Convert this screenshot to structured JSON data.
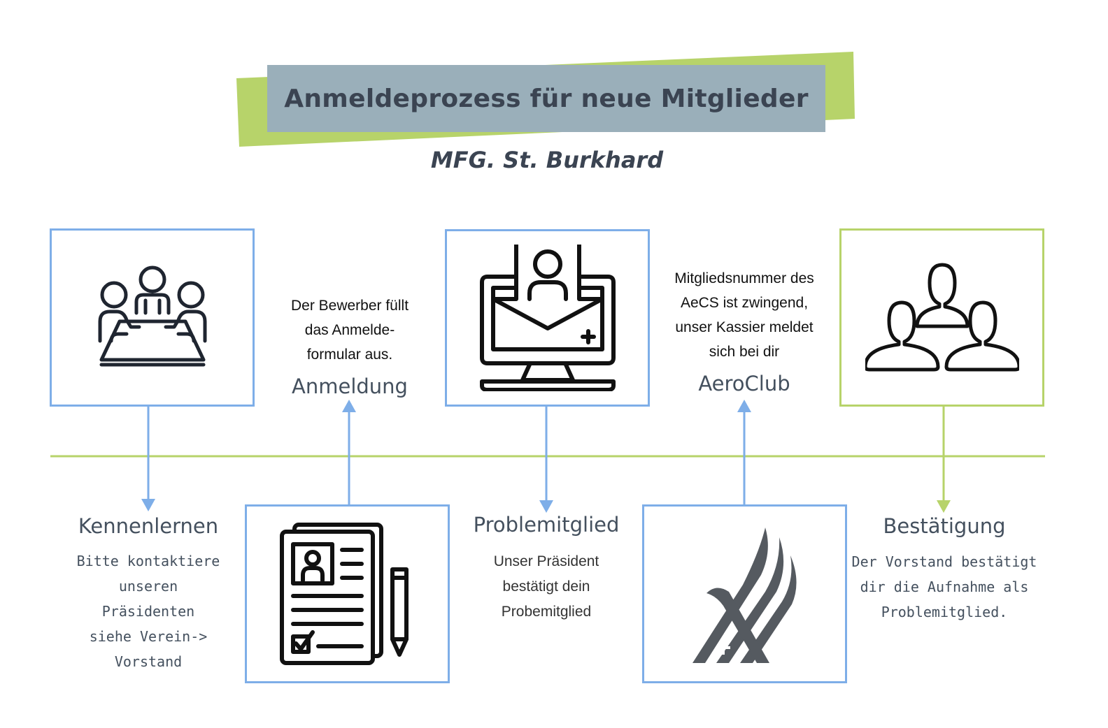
{
  "header": {
    "title": "Anmeldeprozess für neue Mitglieder",
    "subtitle": "MFG. St. Burkhard"
  },
  "colors": {
    "blue": "#7eaee8",
    "green": "#b7d36a",
    "title_bg": "#9aafba",
    "text": "#44505e"
  },
  "steps": [
    {
      "title": "Kennenlernen",
      "description": [
        "Bitte kontaktiere",
        "unseren",
        "Präsidenten",
        "siehe Verein->",
        "Vorstand"
      ],
      "icon": "meeting-icon"
    },
    {
      "title": "Anmeldung",
      "description": [
        "Der Bewerber füllt",
        "das  Anmelde-",
        "formular aus."
      ],
      "icon": "form-document-icon"
    },
    {
      "title": "Problemitglied",
      "description": [
        "Unser Präsident",
        "bestätigt dein",
        "Probemitglied"
      ],
      "icon": "computer-user-icon"
    },
    {
      "title": "AeroClub",
      "description": [
        "Mitgliedsnummer des",
        "AeCS ist zwingend,",
        "unser Kassier meldet",
        "sich bei dir"
      ],
      "icon": "aeroclub-logo-icon"
    },
    {
      "title": "Bestätigung",
      "description": [
        "Der Vorstand bestätigt",
        "dir die Aufnahme als",
        "Problemitglied."
      ],
      "icon": "group-icon"
    }
  ]
}
